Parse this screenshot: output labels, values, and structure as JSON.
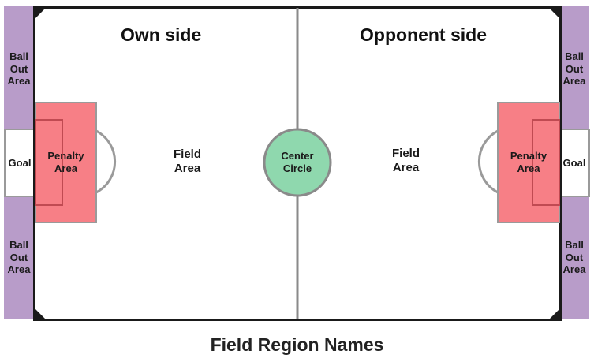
{
  "sides": {
    "own": "Own side",
    "opponent": "Opponent side"
  },
  "regions": {
    "ball_out": [
      "Ball",
      "Out",
      "Area"
    ],
    "goal": "Goal",
    "penalty": [
      "Penalty",
      "Area"
    ],
    "field": [
      "Field",
      "Area"
    ],
    "center": [
      "Center",
      "Circle"
    ]
  },
  "caption": "Field Region Names",
  "colors": {
    "ball_out_area": "#b89cc9",
    "penalty_area": "#f77f86",
    "center_circle": "#8fd8ae",
    "field_border": "#1a1a1a"
  }
}
